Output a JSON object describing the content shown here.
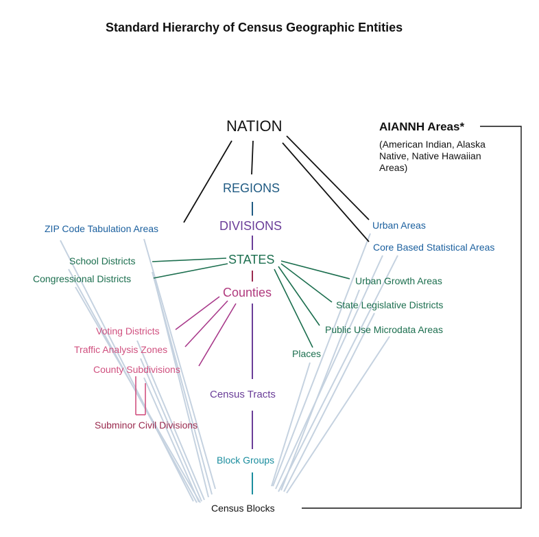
{
  "title": "Standard Hierarchy of Census Geographic Entities",
  "nodes": {
    "nation": "NATION",
    "regions": "REGIONS",
    "divisions": "DIVISIONS",
    "states": "STATES",
    "counties": "Counties",
    "census_tracts": "Census Tracts",
    "block_groups": "Block Groups",
    "census_blocks": "Census Blocks",
    "zcta": "ZIP Code Tabulation Areas",
    "urban_areas": "Urban Areas",
    "cbsa": "Core Based Statistical Areas",
    "school_districts": "School Districts",
    "congressional_districts": "Congressional Districts",
    "urban_growth_areas": "Urban Growth Areas",
    "state_legislative_districts": "State Legislative Districts",
    "puma": "Public Use Microdata Areas",
    "places": "Places",
    "voting_districts": "Voting Districts",
    "traffic_analysis_zones": "Traffic Analysis Zones",
    "county_subdivisions": "County Subdivisions",
    "subminor_civil_divisions": "Subminor Civil Divisions"
  },
  "aiannh": {
    "heading": "AIANNH Areas*",
    "description": "(American Indian, Alaska Native, Native Hawaiian Areas)"
  },
  "colors": {
    "black": "#111111",
    "blue": "#1a5f9e",
    "navy": "#1f5a82",
    "purple": "#6a3d98",
    "magenta": "#b03a7e",
    "pink": "#d0507f",
    "green": "#1b6e4e",
    "maroon": "#9a2a4e",
    "teal": "#1a8d9e",
    "light_blue_lines": "#c5d2e0"
  }
}
